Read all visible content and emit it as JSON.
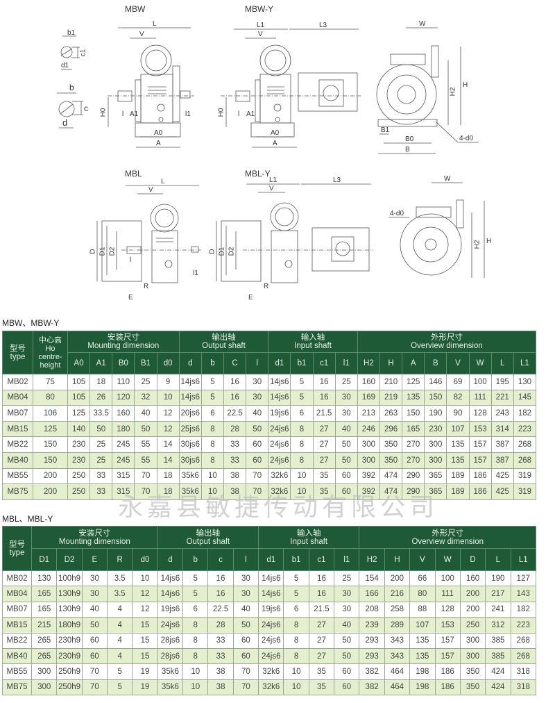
{
  "drawings": {
    "mbw_title": "MBW",
    "mbwy_title": "MBW-Y",
    "mbl_title": "MBL",
    "mbly_title": "MBL-Y",
    "labels": {
      "b1": "b1",
      "c1": "c1",
      "d1": "d1",
      "b": "b",
      "c": "c",
      "d": "d",
      "L": "L",
      "V": "V",
      "H0": "H0",
      "l": "l",
      "A1": "A1",
      "l1": "l1",
      "A0": "A0",
      "A": "A",
      "L1": "L1",
      "L3": "L3",
      "W": "W",
      "H": "H",
      "H2": "H2",
      "B1": "B1",
      "B0": "B0",
      "B": "B",
      "d0": "4-d0",
      "D": "D",
      "D1": "D1",
      "D2": "D2",
      "E": "E",
      "R": "R"
    }
  },
  "watermark": "永嘉县敏捷传动有限公司",
  "table1": {
    "title": "MBW、MBW-Y",
    "type_header": "型号\ntype",
    "ho_header": "中心高\nHo\ncentre-\nheight",
    "groups": [
      {
        "zh": "安装尺寸",
        "en": "Mounting dimension",
        "span": 5
      },
      {
        "zh": "输出轴",
        "en": "Output shaft",
        "span": 4
      },
      {
        "zh": "输入轴",
        "en": "Input shaft",
        "span": 4
      },
      {
        "zh": "外形尺寸",
        "en": "Overview dimension",
        "span": 8
      }
    ],
    "columns": [
      "A0",
      "A1",
      "B0",
      "B1",
      "d0",
      "d",
      "b",
      "C",
      "l",
      "d1",
      "b1",
      "c1",
      "l1",
      "H2",
      "H",
      "A",
      "B",
      "V",
      "W",
      "L",
      "L1"
    ],
    "rows": [
      [
        "MB02",
        "75",
        "105",
        "18",
        "110",
        "25",
        "9",
        "14js6",
        "5",
        "16",
        "30",
        "14js6",
        "5",
        "16",
        "25",
        "160",
        "210",
        "125",
        "146",
        "69",
        "100",
        "195",
        "130"
      ],
      [
        "MB04",
        "80",
        "105",
        "26",
        "120",
        "32",
        "10",
        "14js6",
        "5",
        "16",
        "30",
        "14js6",
        "5",
        "16",
        "30",
        "169",
        "219",
        "135",
        "150",
        "82",
        "111",
        "221",
        "145"
      ],
      [
        "MB07",
        "106",
        "125",
        "33.5",
        "160",
        "40",
        "12",
        "20js6",
        "6",
        "22.5",
        "40",
        "19js6",
        "6",
        "21.5",
        "30",
        "213",
        "263",
        "150",
        "190",
        "90",
        "128",
        "243",
        "182"
      ],
      [
        "MB15",
        "125",
        "140",
        "50",
        "180",
        "50",
        "12",
        "25js6",
        "8",
        "28",
        "50",
        "24js6",
        "8",
        "27",
        "40",
        "246",
        "296",
        "165",
        "230",
        "107",
        "153",
        "314",
        "223"
      ],
      [
        "MB22",
        "150",
        "230",
        "25",
        "245",
        "55",
        "14",
        "30js6",
        "8",
        "33",
        "60",
        "24js6",
        "8",
        "27",
        "50",
        "300",
        "350",
        "270",
        "300",
        "135",
        "157",
        "387",
        "268"
      ],
      [
        "MB40",
        "150",
        "230",
        "25",
        "245",
        "55",
        "14",
        "30js6",
        "8",
        "33",
        "60",
        "24js6",
        "8",
        "27",
        "50",
        "300",
        "350",
        "270",
        "300",
        "135",
        "157",
        "387",
        "268"
      ],
      [
        "MB55",
        "200",
        "250",
        "33",
        "315",
        "70",
        "18",
        "35k6",
        "10",
        "38",
        "70",
        "32k6",
        "10",
        "35",
        "60",
        "392",
        "474",
        "290",
        "365",
        "189",
        "186",
        "425",
        "319"
      ],
      [
        "MB75",
        "200",
        "250",
        "33",
        "315",
        "70",
        "18",
        "35k6",
        "10",
        "38",
        "70",
        "32k6",
        "10",
        "35",
        "60",
        "392",
        "474",
        "290",
        "365",
        "189",
        "186",
        "425",
        "319"
      ]
    ]
  },
  "table2": {
    "title": "MBL、MBL-Y",
    "type_header": "型号\ntype",
    "groups": [
      {
        "zh": "安装尺寸",
        "en": "Mounting dimension",
        "span": 5
      },
      {
        "zh": "输出轴",
        "en": "Output shaft",
        "span": 4
      },
      {
        "zh": "输入轴",
        "en": "Input shaft",
        "span": 4
      },
      {
        "zh": "外形尺寸",
        "en": "Overview dimension",
        "span": 7
      }
    ],
    "columns": [
      "D1",
      "D2",
      "E",
      "R",
      "d0",
      "d",
      "b",
      "c",
      "l",
      "d1",
      "b1",
      "c1",
      "l1",
      "H2",
      "H",
      "V",
      "W",
      "D",
      "L",
      "L1"
    ],
    "rows": [
      [
        "MB02",
        "130",
        "100h9",
        "30",
        "3.5",
        "10",
        "14js6",
        "5",
        "16",
        "30",
        "14js6",
        "5",
        "16",
        "25",
        "154",
        "200",
        "66",
        "100",
        "160",
        "190",
        "127"
      ],
      [
        "MB04",
        "165",
        "130h9",
        "30",
        "3.5",
        "12",
        "14js6",
        "5",
        "16",
        "30",
        "14js6",
        "5",
        "16",
        "30",
        "166",
        "216",
        "80",
        "111",
        "200",
        "217",
        "143"
      ],
      [
        "MB07",
        "165",
        "130h9",
        "40",
        "4",
        "12",
        "19js6",
        "6",
        "22.5",
        "40",
        "19js6",
        "6",
        "21.5",
        "30",
        "208",
        "258",
        "88",
        "128",
        "200",
        "241",
        "182"
      ],
      [
        "MB15",
        "215",
        "180h9",
        "50",
        "4",
        "15",
        "24js6",
        "8",
        "28",
        "50",
        "24js6",
        "8",
        "27",
        "40",
        "239",
        "289",
        "107",
        "153",
        "250",
        "312",
        "223"
      ],
      [
        "MB22",
        "265",
        "230h9",
        "60",
        "4",
        "15",
        "28js6",
        "8",
        "33",
        "60",
        "24js6",
        "8",
        "27",
        "50",
        "293",
        "343",
        "135",
        "157",
        "300",
        "385",
        "268"
      ],
      [
        "MB40",
        "265",
        "230h9",
        "60",
        "4",
        "15",
        "28js6",
        "8",
        "33",
        "60",
        "24js6",
        "8",
        "27",
        "50",
        "293",
        "343",
        "135",
        "157",
        "300",
        "385",
        "268"
      ],
      [
        "MB55",
        "300",
        "250h9",
        "70",
        "5",
        "19",
        "35k6",
        "10",
        "38",
        "70",
        "32k6",
        "10",
        "35",
        "60",
        "382",
        "464",
        "198",
        "186",
        "350",
        "424",
        "318"
      ],
      [
        "MB75",
        "300",
        "250h9",
        "70",
        "5",
        "19",
        "35k6",
        "10",
        "38",
        "70",
        "32k6",
        "10",
        "35",
        "60",
        "382",
        "464",
        "198",
        "186",
        "350",
        "424",
        "318"
      ]
    ]
  }
}
